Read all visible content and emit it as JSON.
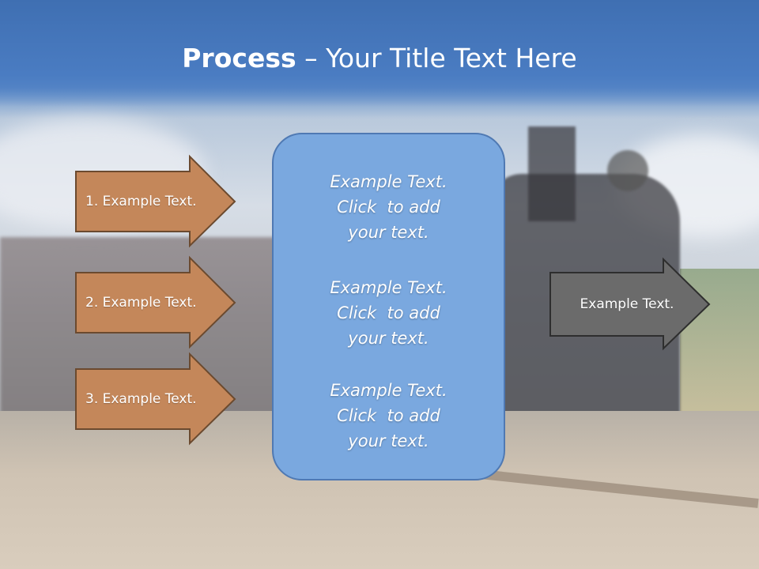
{
  "slide": {
    "title_bold": "Process",
    "title_rest": " – Your Title Text Here"
  },
  "steps": [
    {
      "label": "1. Example Text."
    },
    {
      "label": "2. Example Text."
    },
    {
      "label": "3. Example Text."
    }
  ],
  "center_panel": {
    "blocks": [
      {
        "line1": "Example Text.",
        "line2": "Click  to add",
        "line3": "your text."
      },
      {
        "line1": "Example Text.",
        "line2": "Click  to add",
        "line3": "your text."
      },
      {
        "line1": "Example Text.",
        "line2": "Click  to add",
        "line3": "your text."
      }
    ]
  },
  "result": {
    "label": "Example Text."
  },
  "colors": {
    "title_band": "#4a7cc2",
    "step_arrow_fill": "#c4875a",
    "step_arrow_stroke": "#6b4a2f",
    "panel_fill": "#7aa8df",
    "panel_stroke": "#4f79b3",
    "result_arrow_fill": "#6b6b6b",
    "result_arrow_stroke": "#2e2e2e"
  }
}
